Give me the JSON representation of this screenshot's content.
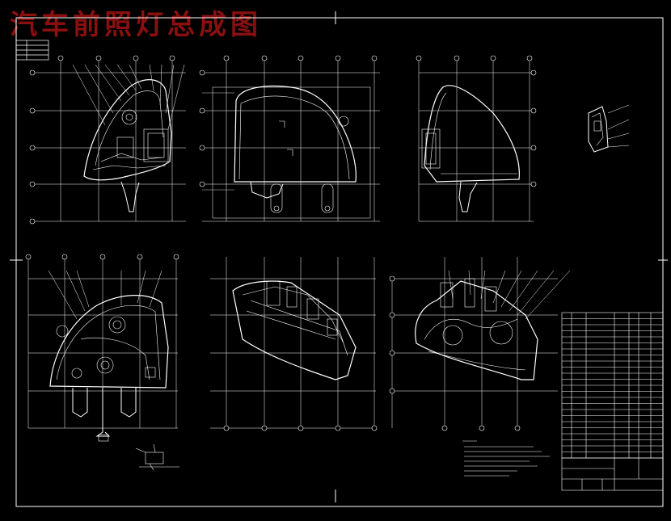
{
  "title": "汽车前照灯总成图",
  "colors": {
    "background": "#000000",
    "title": "#8a1010",
    "line": "#ffffff",
    "grid": "#ffffff"
  },
  "views": [
    "front-view-top-left",
    "top-view",
    "side-view",
    "detail-view-small",
    "rear-view",
    "section-view-middle",
    "section-view-right",
    "detail-view-bottom"
  ]
}
